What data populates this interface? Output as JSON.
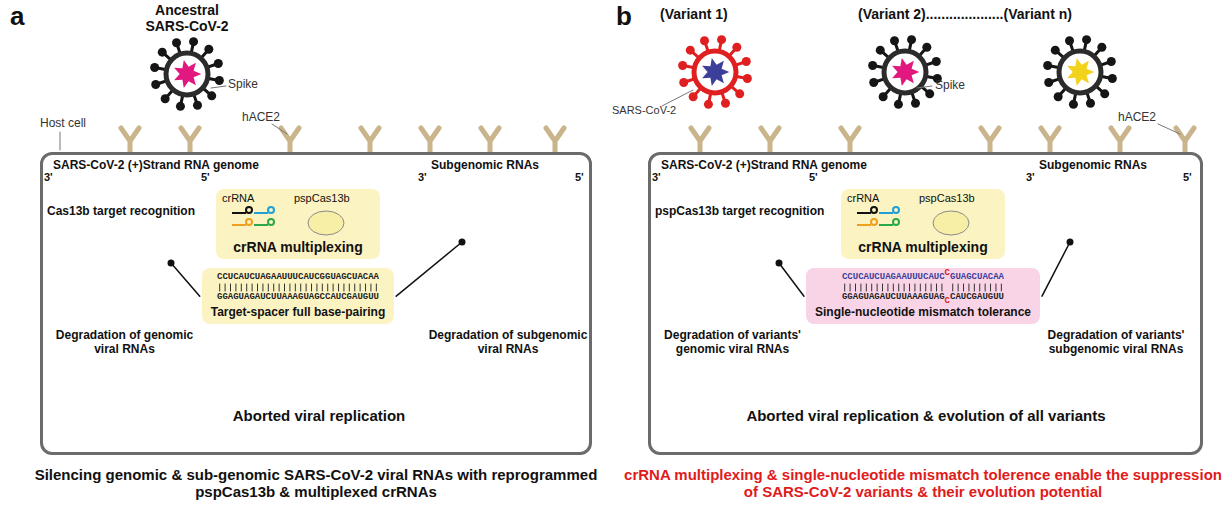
{
  "diagram": {
    "nodes": [
      {
        "text": [
          "SARS-CoV-2 (+)Strand RNA genome",
          "Subgenomic RNAs",
          "Cas13b target recognition",
          "Degradation of genomic viral RNAs",
          "Degradation of subgenomic viral RNAs",
          "Aborted viral replication"
        ]
      },
      {
        "text": [
          "crRNA",
          "pspCas13b",
          "crRNA multiplexing"
        ],
        "in": 0
      },
      {
        "text": [
          "CCUCAUCUAGAAUUUCAUCGGUAGCUACAA",
          "GGAGUAGAUCUUAAAGUAGCCAUCGAUGUU",
          "Target-spacer full base-pairing"
        ],
        "in": 0
      },
      {
        "text": [
          "SARS-CoV-2 (+)Strand RNA genome",
          "Subgenomic RNAs",
          "pspCas13b target recognition",
          "Degradation of variants' genomic viral RNAs",
          "Degradation of variants' subgenomic viral RNAs",
          "Aborted viral replication & evolution of all variants"
        ]
      },
      {
        "text": [
          "crRNA",
          "pspCas13b",
          "crRNA multiplexing"
        ],
        "in": 3
      },
      {
        "text": [
          "CCUCAUCUAGAAUUUCAUC",
          "C",
          "GUAGCUACAA",
          "GGAGUAGAUCUUAAAGUAG",
          "C",
          "CAUCGAUGUU",
          "Single-nucleotide mismatch tolerance"
        ],
        "in": 3
      }
    ],
    "labels": [
      "a",
      "Ancestral SARS-CoV-2",
      "Spike",
      "hACE2",
      "Host cell",
      "3'",
      "5'",
      "3'",
      "5'",
      "Silencing genomic & sub-genomic SARS-CoV-2 viral RNAs with reprogrammed pspCas13b & multiplexed crRNAs",
      "b",
      "(Variant 1)",
      "(Variant 2)....................(Variant n)",
      "SARS-CoV-2",
      "Spike",
      "hACE2",
      "3'",
      "5'",
      "3'",
      "5'",
      "crRNA multiplexing & single-nucleotide mismatch tolerence enable the suppression of SARS-CoV-2 variants & their evolution potential"
    ]
  }
}
